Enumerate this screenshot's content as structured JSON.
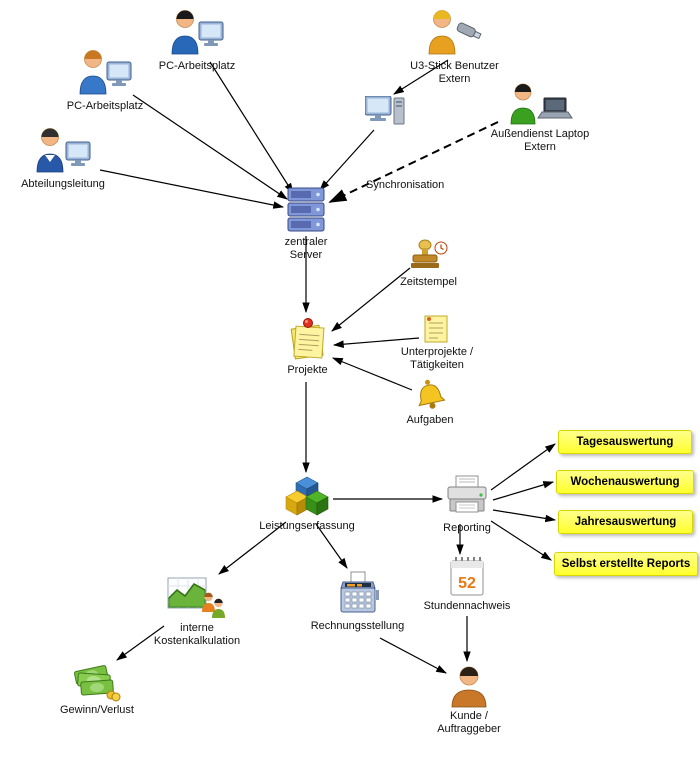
{
  "nodes": {
    "pc1": {
      "label": "PC-Arbeitsplatz"
    },
    "pc2": {
      "label": "PC-Arbeitsplatz"
    },
    "u3_user": {
      "label": "U3-Stick Benutzer\nExtern"
    },
    "aussendienst": {
      "label": "Außendienst Laptop\nExtern"
    },
    "abteilungsleitung": {
      "label": "Abteilungsleitung"
    },
    "server": {
      "label": "zentraler\nServer"
    },
    "zeitstempel": {
      "label": "Zeitstempel"
    },
    "projekte": {
      "label": "Projekte"
    },
    "unterprojekte": {
      "label": "Unterprojekte /\nTätigkeiten"
    },
    "aufgaben": {
      "label": "Aufgaben"
    },
    "leistungserfassung": {
      "label": "Leistungserfassung"
    },
    "reporting": {
      "label": "Reporting"
    },
    "stundennachweis": {
      "label": "Stundennachweis",
      "icon_number": "52"
    },
    "kostenkalkulation": {
      "label": "interne\nKostenkalkulation"
    },
    "rechnungsstellung": {
      "label": "Rechnungsstellung"
    },
    "gewinn_verlust": {
      "label": "Gewinn/Verlust"
    },
    "kunde": {
      "label": "Kunde /\nAuftraggeber"
    }
  },
  "reports": [
    {
      "label": "Tagesauswertung"
    },
    {
      "label": "Wochenauswertung"
    },
    {
      "label": "Jahresauswertung"
    },
    {
      "label": "Selbst erstellte Reports"
    }
  ],
  "edge_labels": {
    "synchronisation": "Synchronisation"
  },
  "colors": {
    "report_box_bg": "#ffff4d",
    "report_box_border": "#d8d800",
    "arrow": "#000000"
  }
}
